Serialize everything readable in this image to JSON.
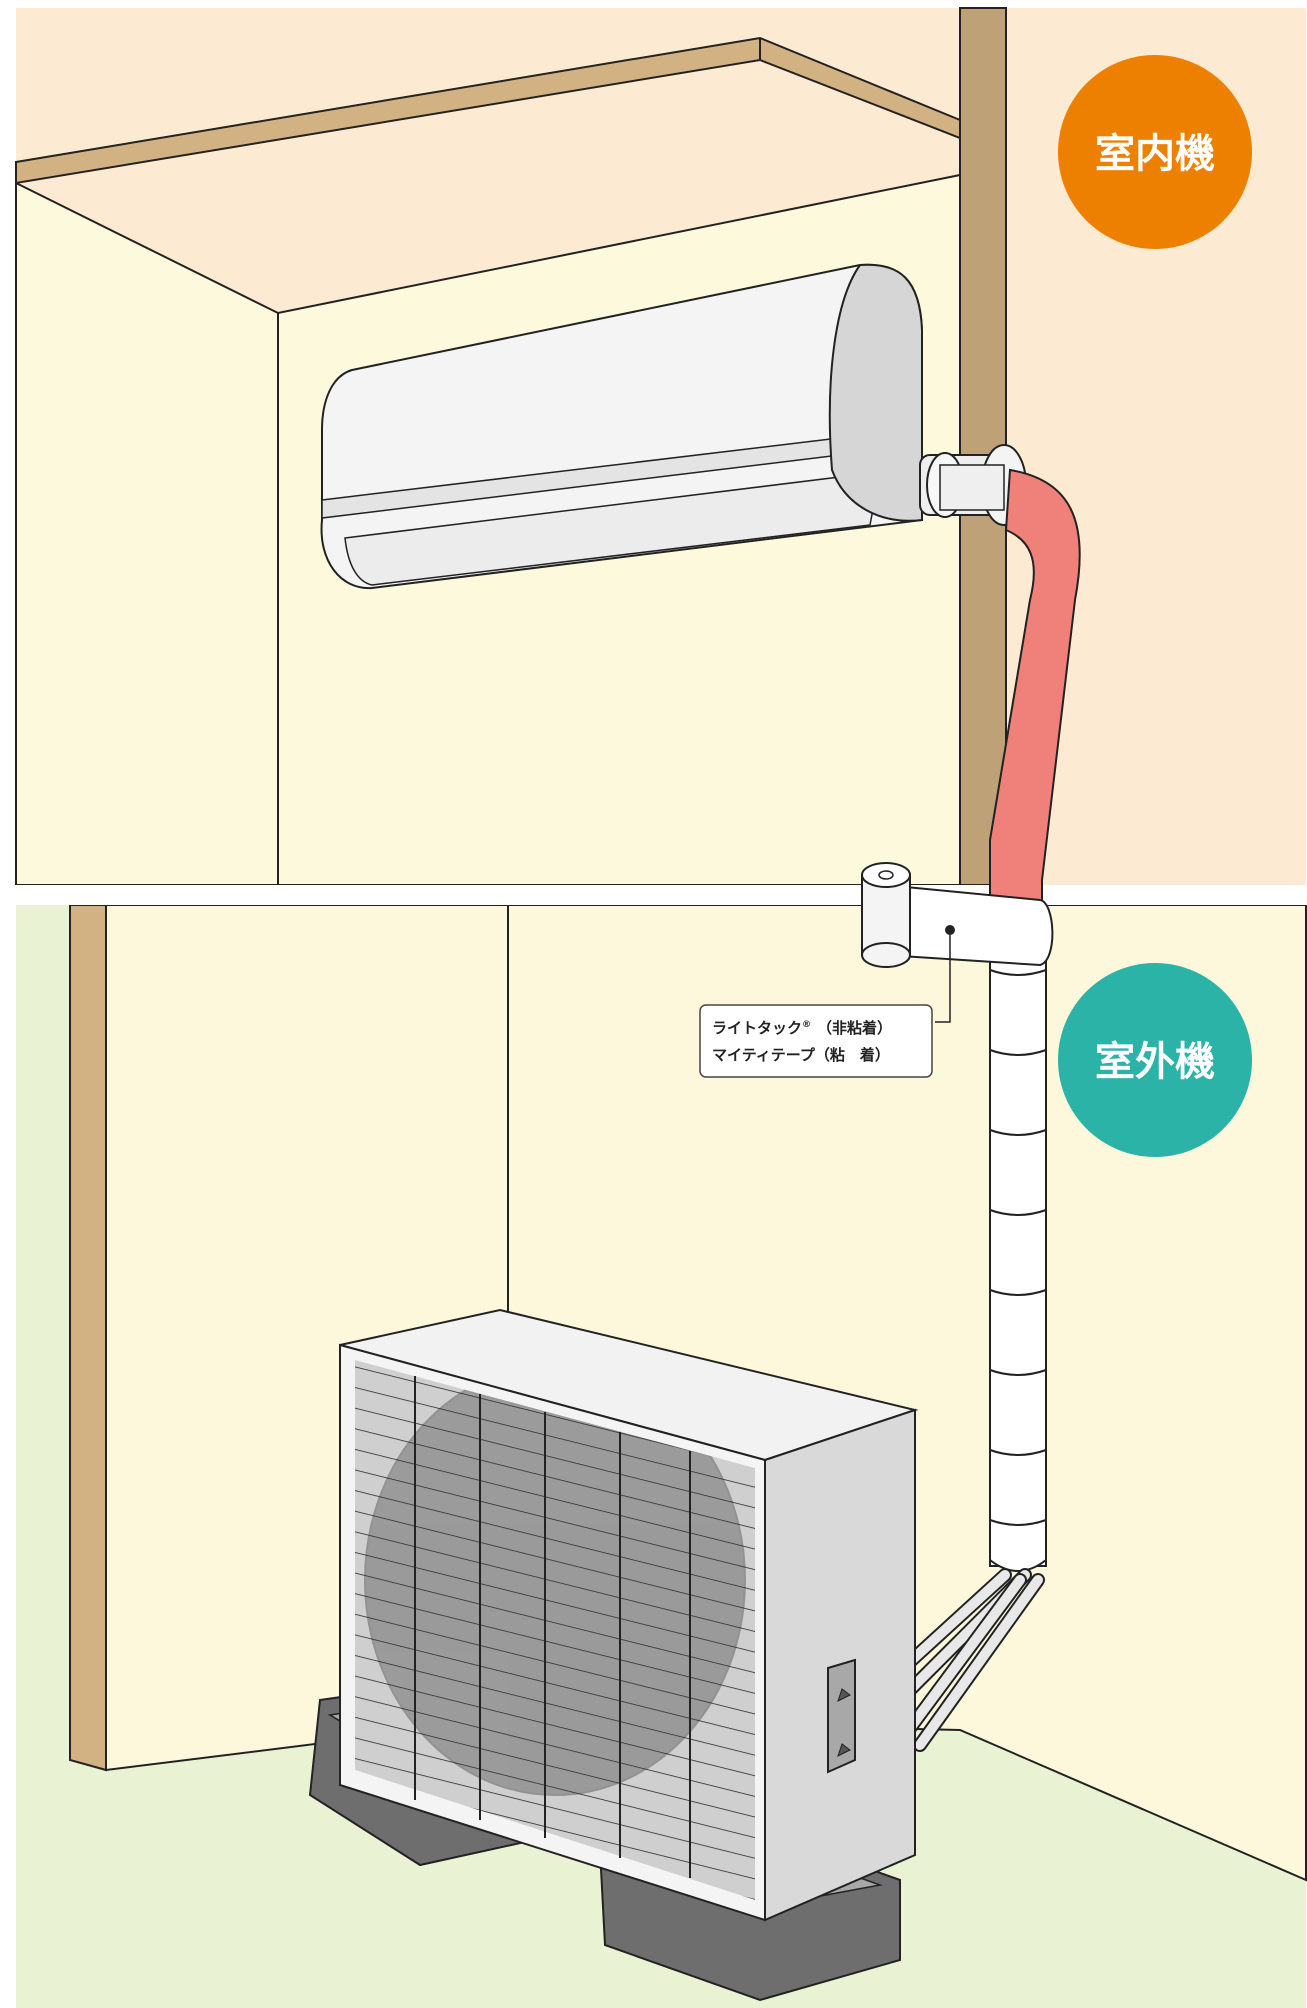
{
  "labels": {
    "indoor_unit": "室内機",
    "outdoor_unit": "室外機"
  },
  "callout": {
    "line1_text": "ライトタック",
    "line1_reg": "®",
    "line1_note": "（非粘着）",
    "line2": "マイティテープ（粘　着）"
  },
  "colors": {
    "indoor_badge": "#ee8000",
    "outdoor_badge": "#2bb3a8",
    "indoor_wall_bg": "#fcebd2",
    "indoor_room": "#fdf9dc",
    "outdoor_bg": "#e9f3d3",
    "outdoor_wall": "#fdf8dc",
    "wood": "#c2a479",
    "pipe_insulation": "#f0807a",
    "concrete": "#8e8e8e"
  },
  "icons": {
    "indoor": "air-conditioner-indoor-unit-icon",
    "outdoor": "air-conditioner-outdoor-unit-icon",
    "tape": "tape-roll-icon"
  }
}
